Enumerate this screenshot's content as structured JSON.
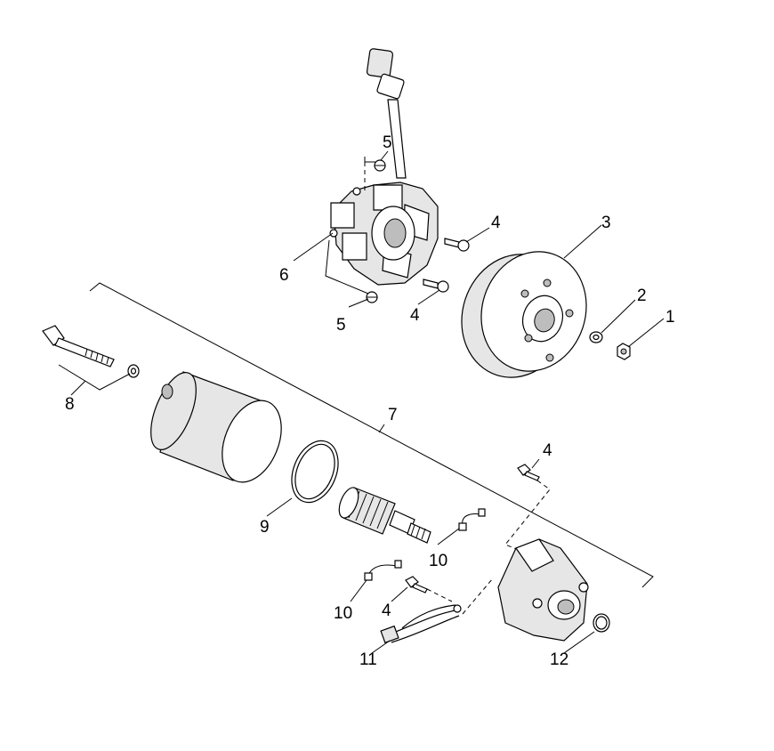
{
  "callouts": {
    "c1": "1",
    "c2": "2",
    "c3": "3",
    "c4a": "4",
    "c4b": "4",
    "c4c": "4",
    "c4d": "4",
    "c5a": "5",
    "c5b": "5",
    "c6": "6",
    "c7": "7",
    "c8": "8",
    "c9": "9",
    "c10a": "10",
    "c10b": "10",
    "c11": "11",
    "c12": "12"
  }
}
